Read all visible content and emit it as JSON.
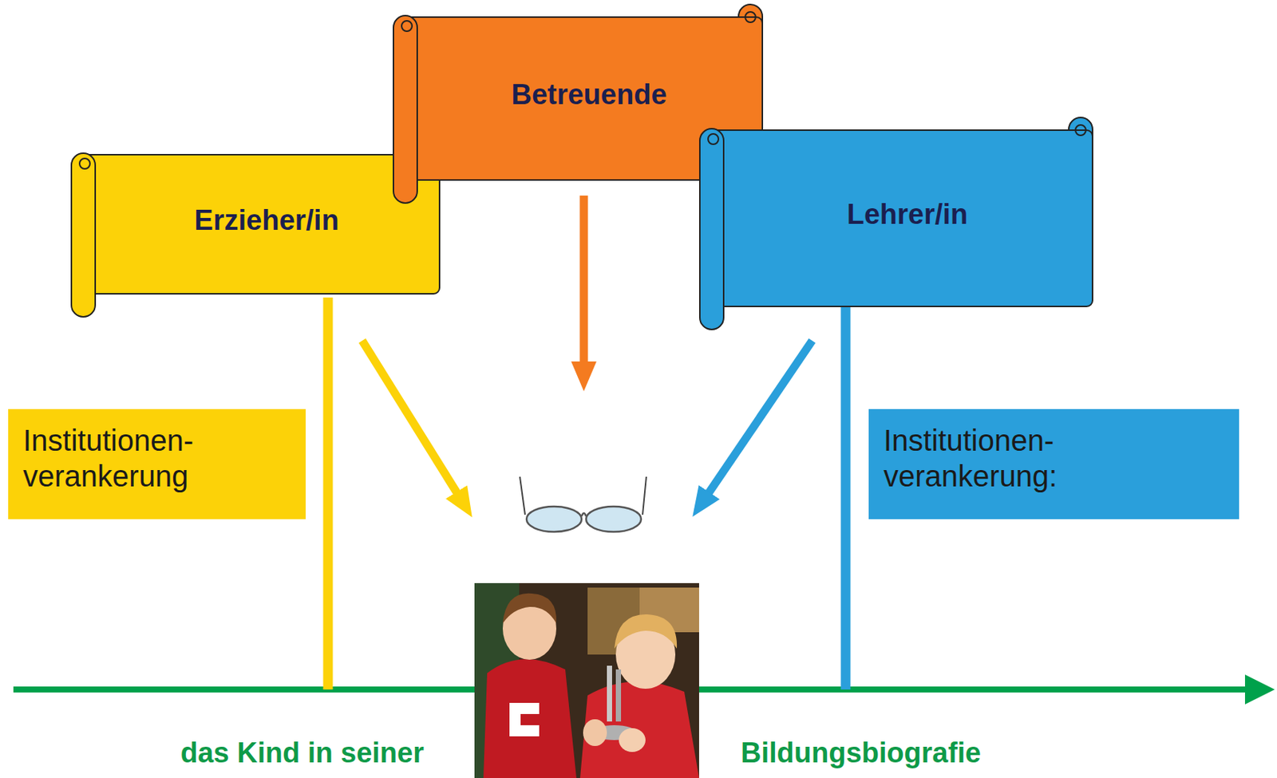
{
  "diagram": {
    "nodes": [
      {
        "text": [
          "Erzieher/in"
        ]
      },
      {
        "text": [
          "Betreuende"
        ]
      },
      {
        "text": [
          "Lehrer/in"
        ]
      },
      {
        "text": [
          "Institutionen- verankerung"
        ]
      },
      {
        "text": [
          "Institutionen- verankerung:"
        ]
      }
    ],
    "labels": [
      "das Kind in seiner",
      "Bildungsbiografie"
    ]
  }
}
